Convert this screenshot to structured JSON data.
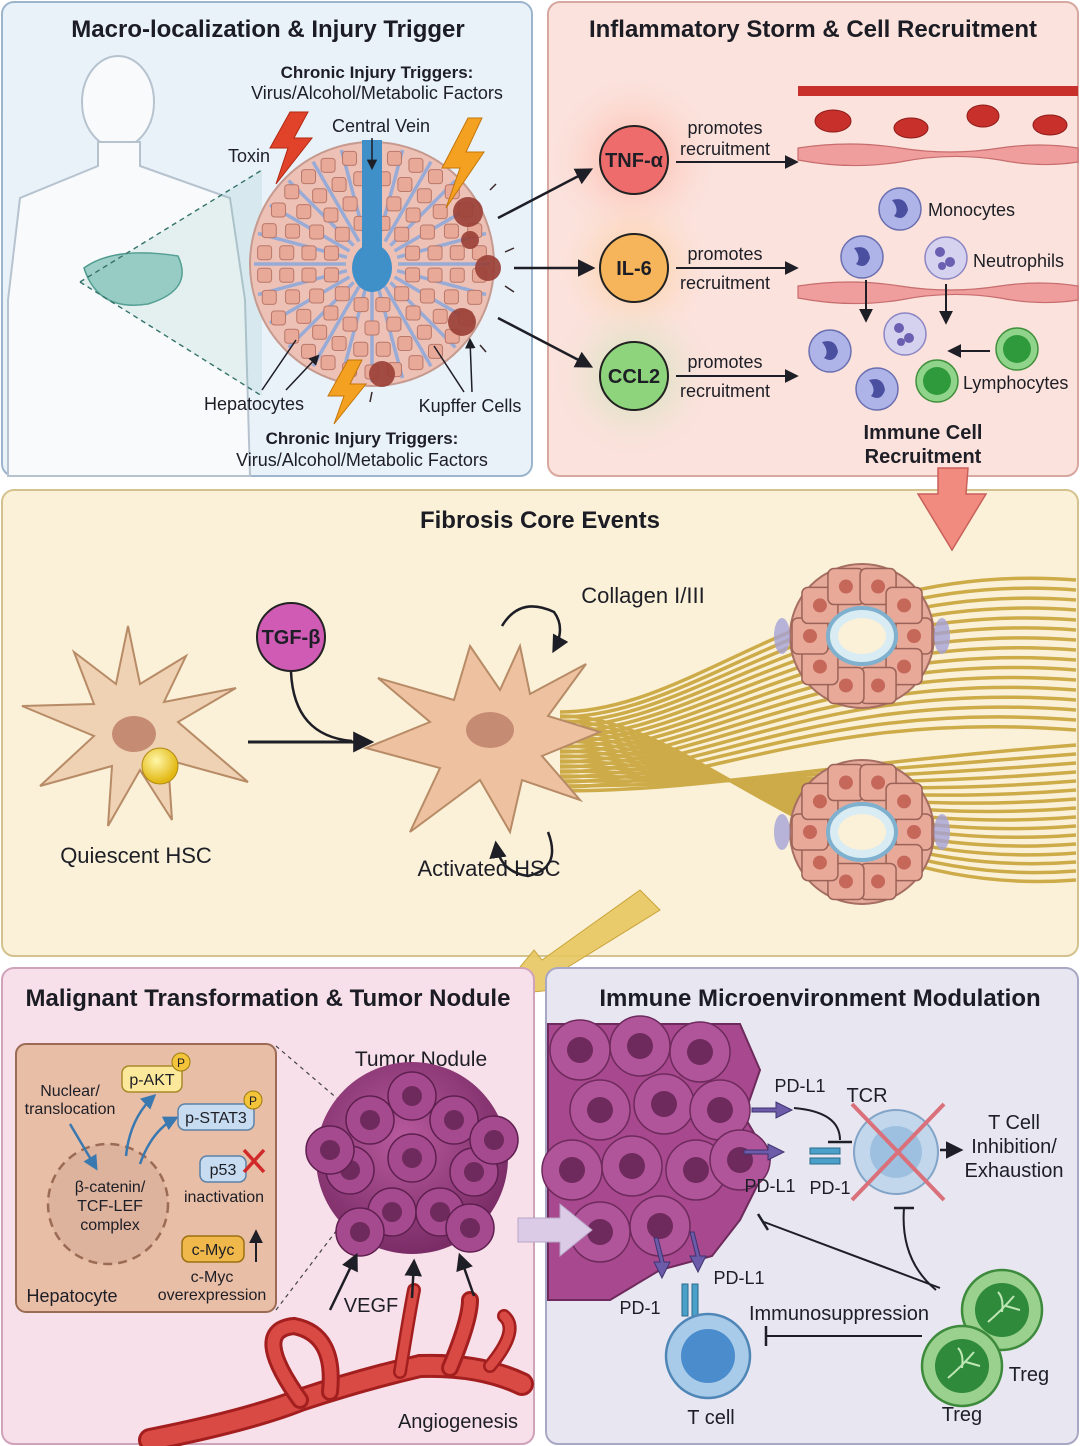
{
  "panels": {
    "p1": {
      "title": "Macro-localization & Injury Trigger",
      "trigger_heading": "Chronic Injury Triggers:",
      "trigger_text": "Virus/Alcohol/Metabolic Factors",
      "central_vein": "Central Vein",
      "toxin": "Toxin",
      "hepatocytes": "Hepatocytes",
      "kupffer": "Kupffer Cells"
    },
    "p2": {
      "title": "Inflammatory Storm & Cell Recruitment",
      "cytokines": [
        "TNF-α",
        "IL-6",
        "CCL2"
      ],
      "promotes": "promotes",
      "recruitment": "recruitment",
      "monocytes": "Monocytes",
      "neutrophils": "Neutrophils",
      "lymphocytes": "Lymphocytes",
      "recruit_title_1": "Immune Cell",
      "recruit_title_2": "Recruitment"
    },
    "p3": {
      "title": "Fibrosis Core Events",
      "tgf": "TGF-β",
      "collagen": "Collagen I/III",
      "quiescent": "Quiescent HSC",
      "activated": "Activated HSC"
    },
    "p4": {
      "title": "Malignant Transformation & Tumor Nodule",
      "nuclear_1": "Nuclear/",
      "nuclear_2": "translocation",
      "pakt": "p-AKT",
      "pstat3": "p-STAT3",
      "p_mark": "P",
      "p53": "p53",
      "inactivation": "inactivation",
      "beta_1": "β-catenin/",
      "beta_2": "TCF-LEF",
      "beta_3": "complex",
      "cmyc": "c-Myc",
      "cmyc_over_1": "c-Myc",
      "cmyc_over_2": "overexpression",
      "hepatocyte": "Hepatocyte",
      "tumor_nodule": "Tumor Nodule",
      "vegf": "VEGF",
      "angiogenesis": "Angiogenesis"
    },
    "p5": {
      "title": "Immune Microenvironment Modulation",
      "pdl1": "PD-L1",
      "pd1": "PD-1",
      "tcr": "TCR",
      "inhib_1": "T Cell",
      "inhib_2": "Inhibition/",
      "inhib_3": "Exhaustion",
      "immunosuppression": "Immunosuppression",
      "tcell": "T cell",
      "treg": "Treg"
    }
  }
}
